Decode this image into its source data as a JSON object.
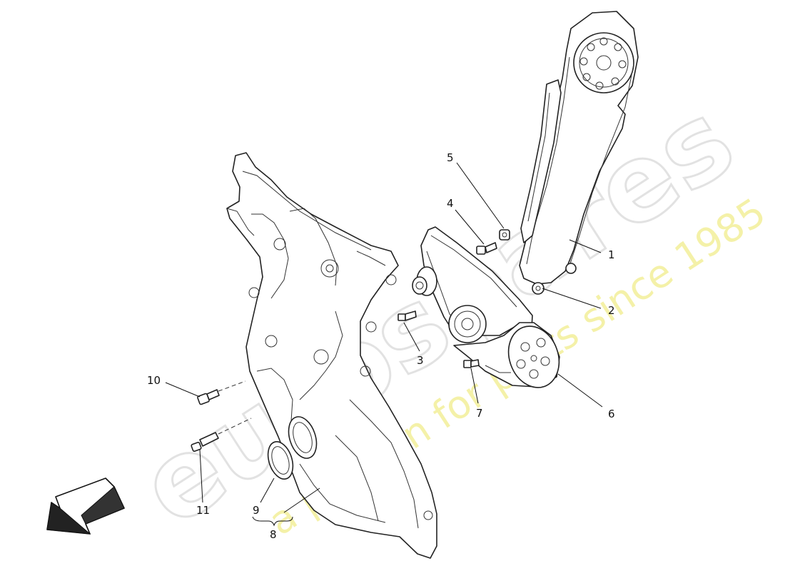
{
  "callouts": {
    "c1": "1",
    "c2": "2",
    "c3": "3",
    "c4": "4",
    "c5": "5",
    "c6": "6",
    "c7": "7",
    "c8": "8",
    "c9": "9",
    "c10": "10",
    "c11": "11"
  },
  "watermark": {
    "brand": "eurospares",
    "tagline": "a passion for parts since 1985"
  },
  "colors": {
    "line": "#222222",
    "watermark_grey": "#e6e6e6",
    "watermark_yellow": "#f3ef9a"
  },
  "icons": {
    "direction_arrow": "arrow-down-left-icon"
  }
}
